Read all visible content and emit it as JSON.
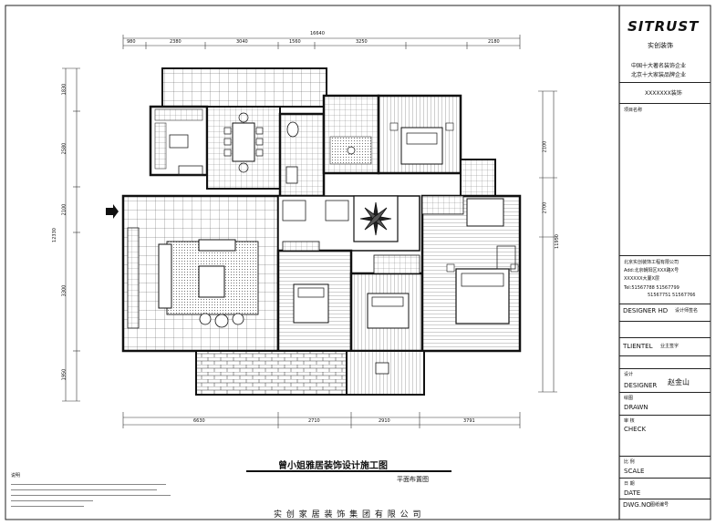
{
  "drawing": {
    "overall_width_dim": "16640",
    "overall_height_dim_left": "12330",
    "overall_height_dim_right": "11950",
    "top_dims": [
      "980",
      "2380",
      "3040",
      "1560",
      "3250",
      "2180"
    ],
    "bottom_dims": [
      "6630",
      "2710",
      "2910",
      "3791"
    ],
    "left_dims": [
      "1830",
      "2580",
      "2100",
      "3300",
      "1950"
    ],
    "right_dims": [
      "2700",
      "2100"
    ]
  },
  "titles": {
    "main_title": "曾小姐雅居装饰设计施工图",
    "sub_title": "平面布置图",
    "footer_company": "实 创 家 居 装 饰 集 团 有 限 公 司",
    "notes_heading": "说明"
  },
  "title_block": {
    "logo": "SITRUST",
    "logo_cn": "实创装饰",
    "slogan_1": "中国十大著名装饰企业",
    "slogan_2": "北京十大家装品牌企业",
    "project_code": "XXXXXXX装饰",
    "section_label": "项目名称",
    "company_info_1": "北京实创装饰工程有限公司",
    "company_info_2": "Add:北京朝阳区XXX路X号",
    "company_info_3": "XXXXXX大厦X层",
    "tel_1": "Tel:51567788  51567799",
    "tel_2": "51567751  51567766",
    "designer_label": "DESIGNER HD",
    "designer_value": "设计师签名",
    "client_label": "TLIENTEL",
    "client_value": "业主签字",
    "designer2_cn": "设计",
    "designer2_en": "DESIGNER",
    "designer2_name": "赵金山",
    "drawn_cn": "绘图",
    "drawn_en": "DRAWN",
    "check_cn": "审 核",
    "check_en": "CHECK",
    "scale_cn": "比 例",
    "scale_en": "SCALE",
    "date_cn": "日 期",
    "date_en": "DATE",
    "dwg_label": "DWG.NO",
    "dwg_value": "图纸编号"
  }
}
